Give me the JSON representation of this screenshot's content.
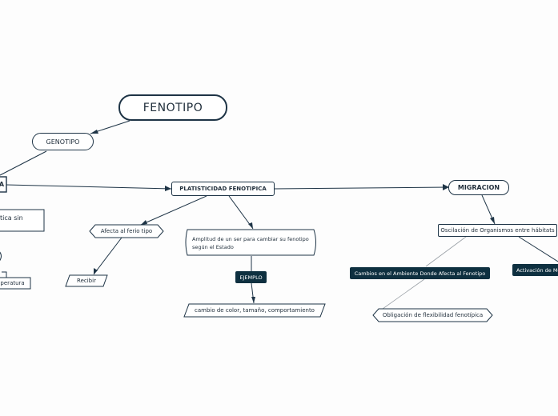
{
  "nodes": {
    "fenotipo": "FENOTIPO",
    "genotipo": "GENOTIPO",
    "left_cut_a": "A",
    "plasticidad": "PLATISTICIDAD FENOTIPICA",
    "migracion": "MIGRACION",
    "left_cut_text": "tica sin",
    "left_cut_temp": "nperatura",
    "afecta": "Afecta al ferio tipo",
    "recibir": "Recibir",
    "amplitud_line1": "Amplitud de un ser para cambiar su fenotipo",
    "amplitud_line2": "según el Estado",
    "ejemplo": "EJEMPLO",
    "cambio": "cambio de color, tamaño, comportamiento",
    "oscilacion": "Oscilación de Organismos entre hábitats",
    "cambios_ambiente": "Cambios en el Ambiente Donde Afecta al Fenotipo",
    "activacion": "Activación de Me",
    "obligacion": "Obligación de flexibilidad fenotípica"
  },
  "colors": {
    "line": "#1e3446",
    "dark_node": "#0e3040",
    "background": "#fdfdfd"
  }
}
